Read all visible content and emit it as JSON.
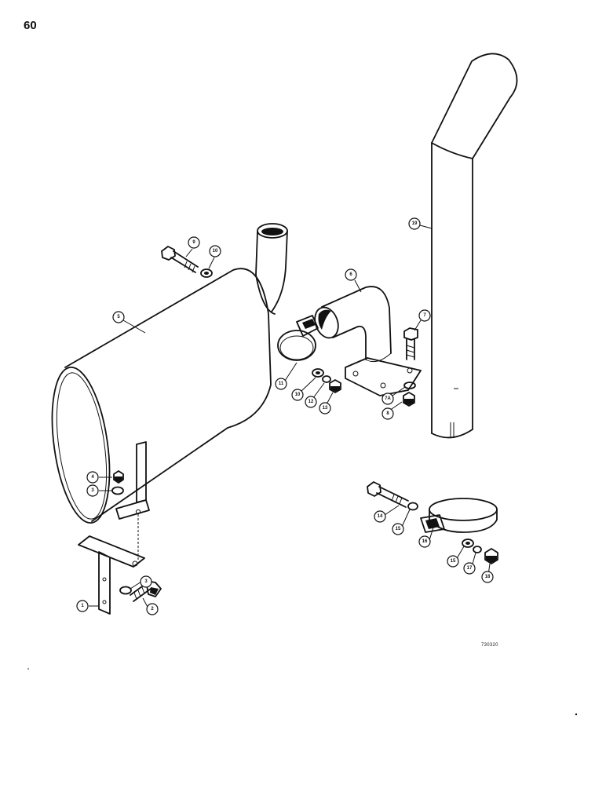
{
  "page_number": "60",
  "reference_code": "730320",
  "callouts": {
    "c1": "1",
    "c2": "2",
    "c3a": "3",
    "c3b": "3",
    "c4": "4",
    "c5": "5",
    "c6": "6",
    "c7": "7",
    "c7a": "7A",
    "c8": "8",
    "c9": "9",
    "c10a": "10",
    "c10b": "10",
    "c11": "11",
    "c12": "12",
    "c13": "13",
    "c14": "14",
    "c15a": "15",
    "c15b": "15",
    "c16": "16",
    "c17": "17",
    "c18": "18",
    "c19": "19"
  }
}
